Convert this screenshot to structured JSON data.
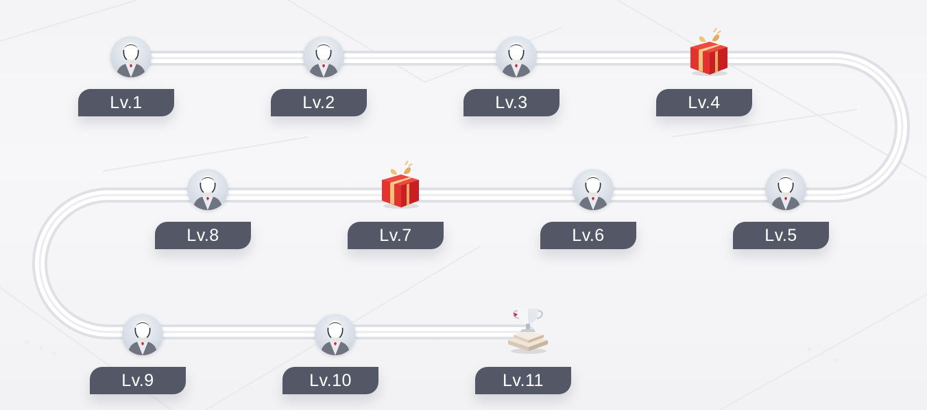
{
  "levels": [
    {
      "label": "Lv.1",
      "icon": "avatar-icon"
    },
    {
      "label": "Lv.2",
      "icon": "avatar-icon"
    },
    {
      "label": "Lv.3",
      "icon": "avatar-icon"
    },
    {
      "label": "Lv.4",
      "icon": "gift-box-icon"
    },
    {
      "label": "Lv.5",
      "icon": "avatar-icon"
    },
    {
      "label": "Lv.6",
      "icon": "avatar-icon"
    },
    {
      "label": "Lv.7",
      "icon": "gift-box-icon"
    },
    {
      "label": "Lv.8",
      "icon": "avatar-icon"
    },
    {
      "label": "Lv.9",
      "icon": "avatar-icon"
    },
    {
      "label": "Lv.10",
      "icon": "avatar-icon"
    },
    {
      "label": "Lv.11",
      "icon": "trophy-icon"
    }
  ],
  "colors": {
    "tag_background": "#545866",
    "tag_text": "#ffffff",
    "gift_red": "#d8262c",
    "gift_ribbon": "#f2c27b"
  }
}
